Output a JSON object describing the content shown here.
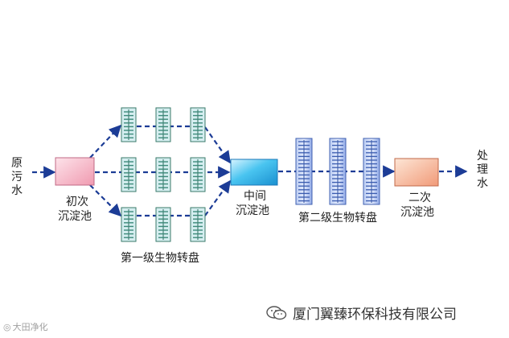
{
  "labels": {
    "raw_water": [
      "原",
      "污",
      "水"
    ],
    "primary_clarifier": [
      "初次",
      "沉淀池"
    ],
    "middle_tank": [
      "中间",
      "沉淀池"
    ],
    "stage1": "第一级生物转盘",
    "stage2": "第二级生物转盘",
    "secondary_clarifier": [
      "二次",
      "沉淀池"
    ],
    "treated_water": [
      "处",
      "理",
      "水"
    ]
  },
  "watermark": {
    "company": "厦门翼臻环保科技有限公司",
    "corner": "大田净化"
  },
  "colors": {
    "arrow": "#1c3c96",
    "primary_box": "#f2b4c2",
    "middle_box": "#3ec0ee",
    "secondary_box": "#f6b496",
    "disc_fill": "#d5eef0",
    "disc_stripe": "#3c8a7a",
    "stage2_fill": "#aec2ec",
    "stage2_border": "#4060b0"
  }
}
